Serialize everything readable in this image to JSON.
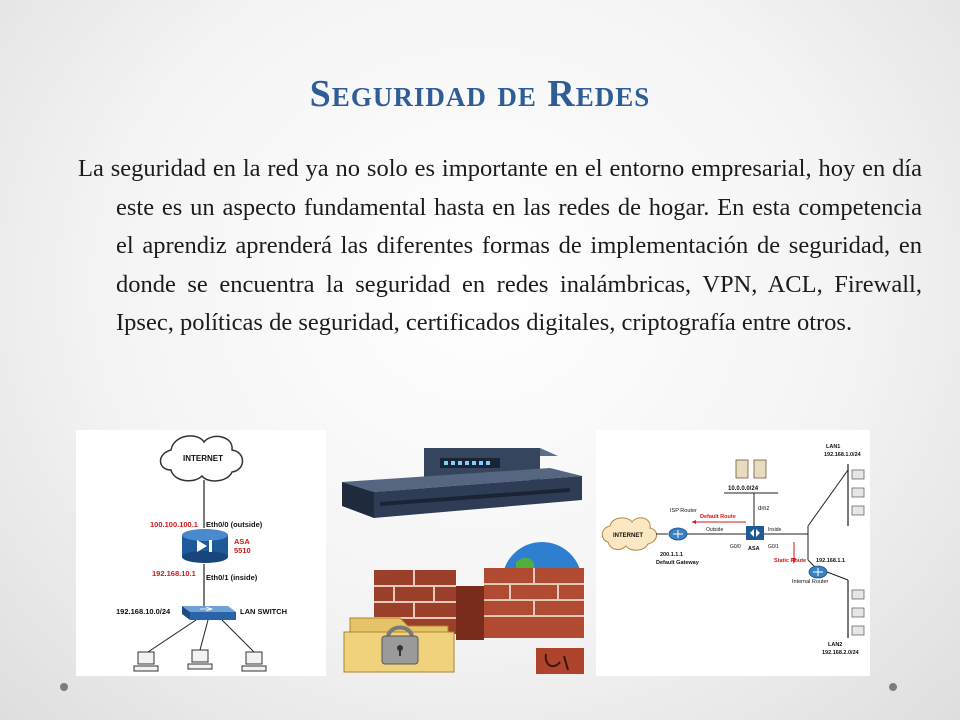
{
  "slide": {
    "title": "Seguridad de Redes",
    "body": "La seguridad en la red ya no solo es importante en el entorno empresarial, hoy en día este es un aspecto fundamental hasta en las redes de hogar. En esta competencia el aprendiz aprenderá las diferentes formas de implementación de seguridad, en donde se encuentra la seguridad en redes inalámbricas, VPN, ACL, Firewall, Ipsec, políticas de seguridad, certificados digitales, criptografía entre otros."
  },
  "diagram1": {
    "internet": "INTERNET",
    "outside_ip": "100.100.100.1",
    "outside_if": "Eth0/0 (outside)",
    "device": "ASA",
    "model": "5510",
    "inside_ip": "192.168.10.1",
    "inside_if": "Eth0/1 (inside)",
    "subnet": "192.168.10.0/24",
    "switch": "LAN SWITCH"
  },
  "diagram2": {
    "internet": "INTERNET",
    "isp_router": "ISP Router",
    "default_route": "Default Route",
    "gateway_ip": "200.1.1.1",
    "default_gateway": "Default Gateway",
    "outside": "Outside",
    "g00": "G0/0",
    "asa": "ASA",
    "inside": "Inside",
    "g01": "G0/1",
    "dmz": "dmz",
    "dmz_net": "10.0.0.0/24",
    "static_route": "Static Route",
    "internal_ip": "192.168.1.1",
    "internal_router": "Internal Router",
    "lan1": "LAN1",
    "lan1_net": "192.168.1.0/24",
    "lan2": "LAN2",
    "lan2_net": "192.168.2.0/24"
  }
}
